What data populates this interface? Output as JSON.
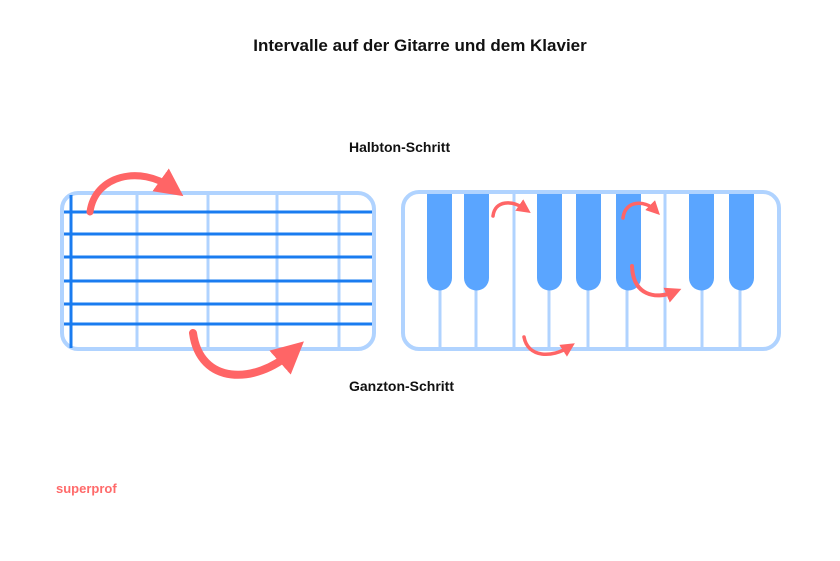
{
  "title": "Intervalle auf der Gitarre und dem Klavier",
  "labels": {
    "half_step": "Halbton-Schritt",
    "whole_step": "Ganzton-Schritt"
  },
  "logo": "superprof",
  "colors": {
    "frame": "#b0d3ff",
    "string": "#1a7cf0",
    "black_key": "#5aa5ff",
    "arrow": "#ff6566",
    "logo": "#ff6a6a"
  }
}
